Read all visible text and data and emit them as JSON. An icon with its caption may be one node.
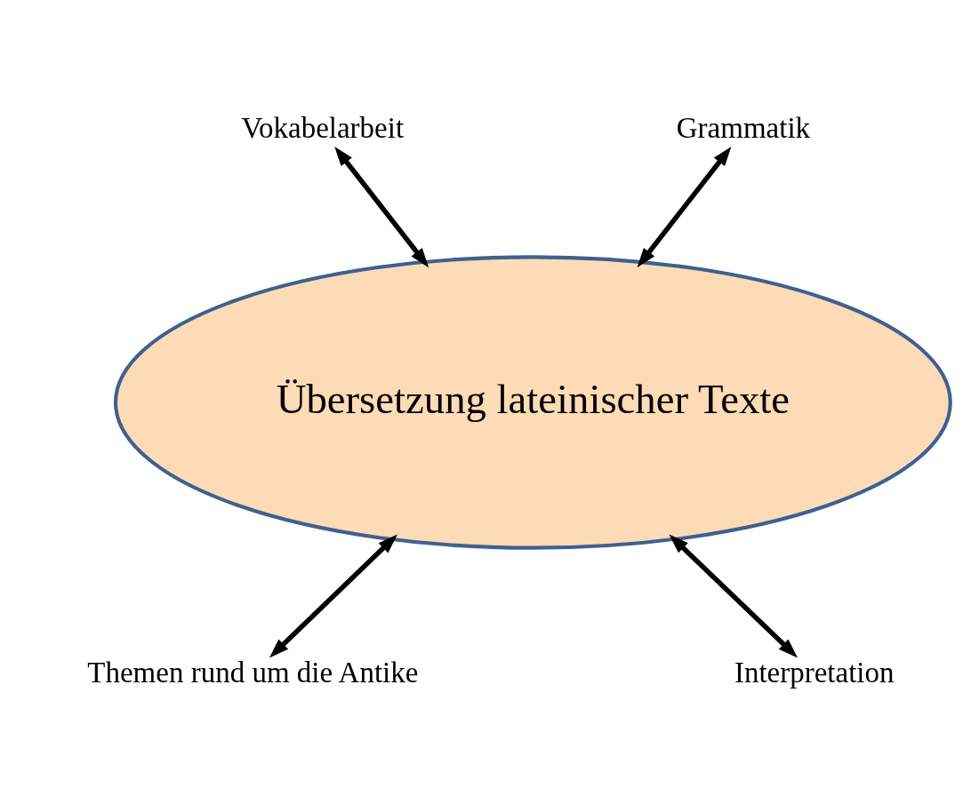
{
  "diagram": {
    "nodes": [
      {
        "text": [
          "Vokabelarbeit"
        ]
      },
      {
        "text": [
          "Grammatik"
        ]
      },
      {
        "text": [
          "Übersetzung lateinischer Texte"
        ]
      },
      {
        "text": [
          "Themen rund um die Antike"
        ]
      },
      {
        "text": [
          "Interpretation"
        ]
      }
    ],
    "edges": [
      {
        "from": 0,
        "to": 2,
        "arrow": "both"
      },
      {
        "from": 1,
        "to": 2,
        "arrow": "both"
      },
      {
        "from": 2,
        "to": 3,
        "arrow": "both"
      },
      {
        "from": 2,
        "to": 4,
        "arrow": "both"
      }
    ]
  }
}
